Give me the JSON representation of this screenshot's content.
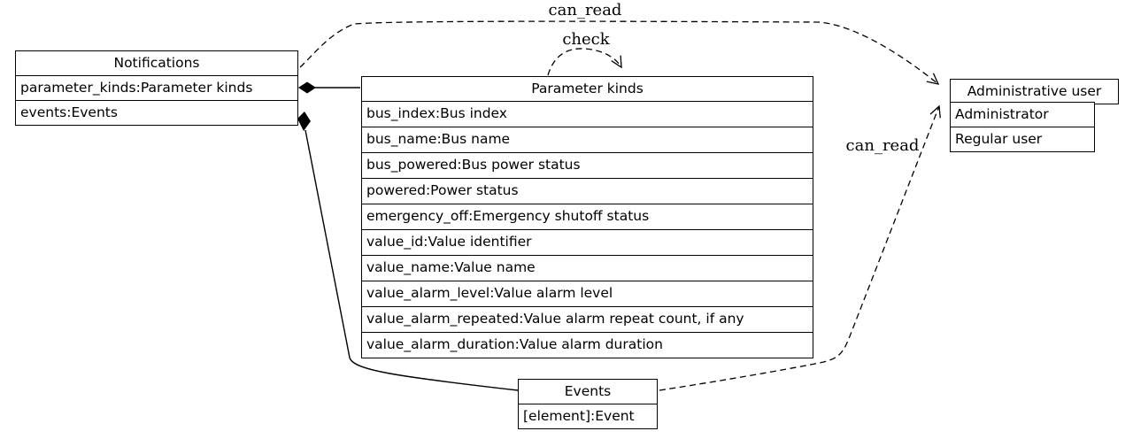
{
  "diagram": {
    "background_color": "#ffffff",
    "stroke_color": "#000000"
  },
  "nodes": {
    "notifications": {
      "title": "Notifications",
      "rows": [
        "parameter_kinds:Parameter kinds",
        "events:Events"
      ]
    },
    "parameter_kinds": {
      "title": "Parameter kinds",
      "rows": [
        "bus_index:Bus index",
        "bus_name:Bus name",
        "bus_powered:Bus power status",
        "powered:Power status",
        "emergency_off:Emergency shutoff status",
        "value_id:Value identifier",
        "value_name:Value name",
        "value_alarm_level:Value alarm level",
        "value_alarm_repeated:Value alarm repeat count, if any",
        "value_alarm_duration:Value alarm duration"
      ]
    },
    "administrative_user": {
      "title": "Administrative user",
      "rows": [
        "Administrator",
        "Regular user"
      ]
    },
    "events": {
      "title": "Events",
      "rows": [
        "[element]:Event"
      ]
    }
  },
  "edges": {
    "can_read_top": {
      "label": "can_read",
      "from": "Notifications",
      "to": "Administrative user",
      "style": "dashed-arrow"
    },
    "check_loop": {
      "label": "check",
      "from": "Parameter kinds",
      "to": "Parameter kinds",
      "style": "dashed-arrow"
    },
    "can_read_bottom": {
      "label": "can_read",
      "from": "Events",
      "to": "Administrative user",
      "style": "dashed-arrow"
    },
    "notifications_parameter_kinds": {
      "label": "",
      "from": "Notifications",
      "to": "Parameter kinds",
      "style": "solid-diamond"
    },
    "notifications_events": {
      "label": "",
      "from": "Notifications",
      "to": "Events",
      "style": "solid-diamond"
    }
  }
}
